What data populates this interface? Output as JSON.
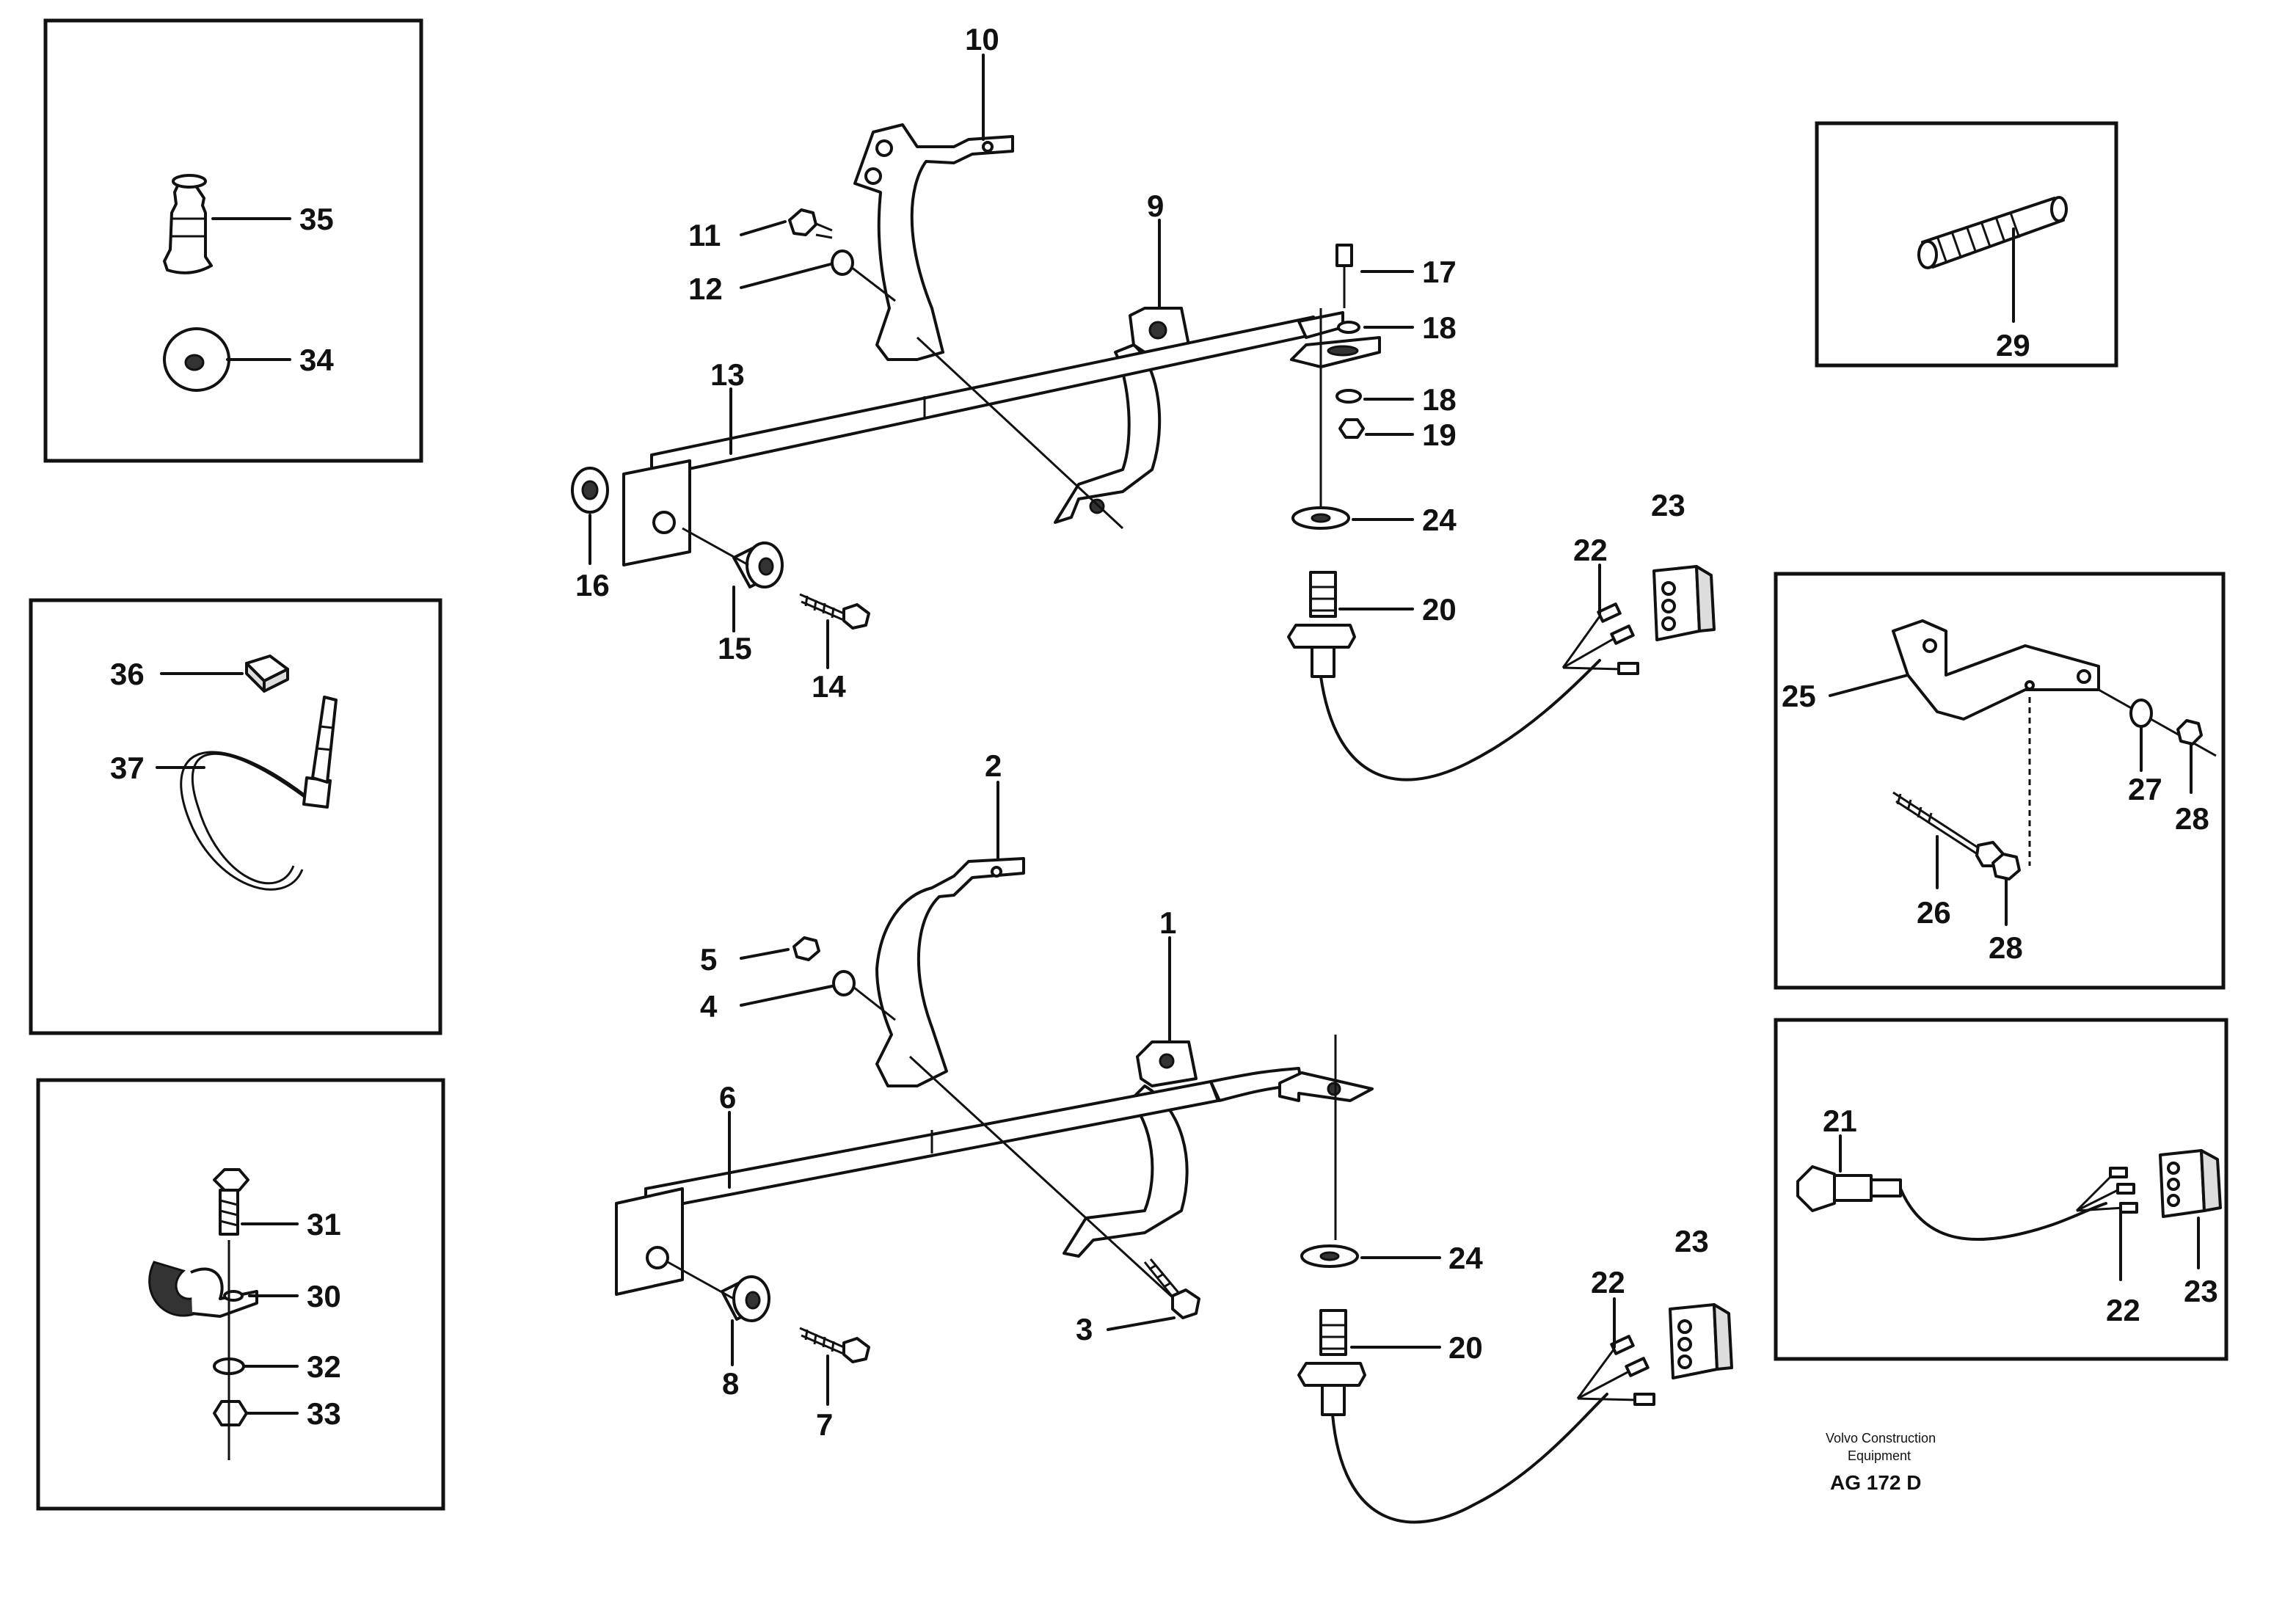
{
  "labels": {
    "n1": "1",
    "n2": "2",
    "n3": "3",
    "n4": "4",
    "n5": "5",
    "n6": "6",
    "n7": "7",
    "n8": "8",
    "n9": "9",
    "n10": "10",
    "n11": "11",
    "n12": "12",
    "n13": "13",
    "n14": "14",
    "n15": "15",
    "n16": "16",
    "n17": "17",
    "n18": "18",
    "n19": "19",
    "n20": "20",
    "n21": "21",
    "n22": "22",
    "n23": "23",
    "n24": "24",
    "n25": "25",
    "n26": "26",
    "n27": "27",
    "n28": "28",
    "n29": "29",
    "n30": "30",
    "n31": "31",
    "n32": "32",
    "n33": "33",
    "n34": "34",
    "n35": "35",
    "n36": "36",
    "n37": "37"
  },
  "footer": {
    "company_line1": "Volvo Construction",
    "company_line2": "Equipment",
    "drawing_code": "AG 172 D"
  }
}
